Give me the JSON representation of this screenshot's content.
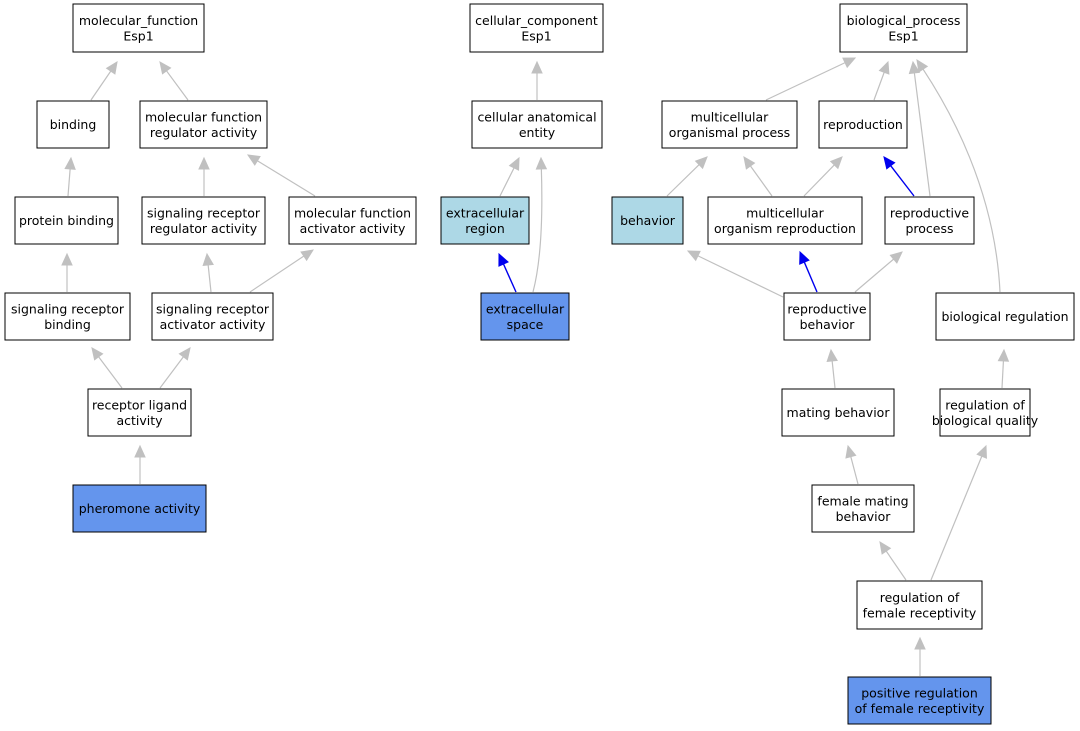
{
  "colors": {
    "edge_default": "#c0c0c0",
    "edge_highlight": "#0000ee",
    "node_default": "#ffffff",
    "node_light": "#add8e6",
    "node_selected": "#6495ed"
  },
  "nodes": [
    {
      "id": "mf_root",
      "lines": [
        "molecular_function",
        "Esp1"
      ],
      "style": "default"
    },
    {
      "id": "binding",
      "lines": [
        "binding"
      ],
      "style": "default"
    },
    {
      "id": "mf_reg",
      "lines": [
        "molecular function",
        "regulator activity"
      ],
      "style": "default"
    },
    {
      "id": "protein_binding",
      "lines": [
        "protein binding"
      ],
      "style": "default"
    },
    {
      "id": "srra",
      "lines": [
        "signaling receptor",
        "regulator activity"
      ],
      "style": "default"
    },
    {
      "id": "mfaa",
      "lines": [
        "molecular function",
        "activator activity"
      ],
      "style": "default"
    },
    {
      "id": "srb",
      "lines": [
        "signaling receptor",
        "binding"
      ],
      "style": "default"
    },
    {
      "id": "sraa",
      "lines": [
        "signaling receptor",
        "activator activity"
      ],
      "style": "default"
    },
    {
      "id": "rla",
      "lines": [
        "receptor ligand",
        "activity"
      ],
      "style": "default"
    },
    {
      "id": "pheromone",
      "lines": [
        "pheromone activity"
      ],
      "style": "selected"
    },
    {
      "id": "cc_root",
      "lines": [
        "cellular_component",
        "Esp1"
      ],
      "style": "default"
    },
    {
      "id": "cae",
      "lines": [
        "cellular anatomical",
        "entity"
      ],
      "style": "default"
    },
    {
      "id": "ecr",
      "lines": [
        "extracellular",
        "region"
      ],
      "style": "light"
    },
    {
      "id": "ecs",
      "lines": [
        "extracellular",
        "space"
      ],
      "style": "selected"
    },
    {
      "id": "bp_root",
      "lines": [
        "biological_process",
        "Esp1"
      ],
      "style": "default"
    },
    {
      "id": "mop",
      "lines": [
        "multicellular",
        "organismal process"
      ],
      "style": "default"
    },
    {
      "id": "repro",
      "lines": [
        "reproduction"
      ],
      "style": "default"
    },
    {
      "id": "behavior",
      "lines": [
        "behavior"
      ],
      "style": "light"
    },
    {
      "id": "mor",
      "lines": [
        "multicellular",
        "organism reproduction"
      ],
      "style": "default"
    },
    {
      "id": "rp",
      "lines": [
        "reproductive",
        "process"
      ],
      "style": "default"
    },
    {
      "id": "rb",
      "lines": [
        "reproductive",
        "behavior"
      ],
      "style": "default"
    },
    {
      "id": "br",
      "lines": [
        "biological regulation"
      ],
      "style": "default"
    },
    {
      "id": "mating",
      "lines": [
        "mating behavior"
      ],
      "style": "default"
    },
    {
      "id": "rbq",
      "lines": [
        "regulation of",
        "biological quality"
      ],
      "style": "default"
    },
    {
      "id": "fmb",
      "lines": [
        "female mating",
        "behavior"
      ],
      "style": "default"
    },
    {
      "id": "rfr",
      "lines": [
        "regulation of",
        "female receptivity"
      ],
      "style": "default"
    },
    {
      "id": "prfr",
      "lines": [
        "positive regulation",
        "of female receptivity"
      ],
      "style": "selected"
    }
  ],
  "edges": [
    {
      "from": "binding",
      "to": "mf_root",
      "highlight": false
    },
    {
      "from": "mf_reg",
      "to": "mf_root",
      "highlight": false
    },
    {
      "from": "protein_binding",
      "to": "binding",
      "highlight": false
    },
    {
      "from": "srra",
      "to": "mf_reg",
      "highlight": false
    },
    {
      "from": "mfaa",
      "to": "mf_reg",
      "highlight": false
    },
    {
      "from": "srb",
      "to": "protein_binding",
      "highlight": false
    },
    {
      "from": "sraa",
      "to": "srra",
      "highlight": false
    },
    {
      "from": "sraa",
      "to": "mfaa",
      "highlight": false
    },
    {
      "from": "rla",
      "to": "srb",
      "highlight": false
    },
    {
      "from": "rla",
      "to": "sraa",
      "highlight": false
    },
    {
      "from": "pheromone",
      "to": "rla",
      "highlight": false
    },
    {
      "from": "cae",
      "to": "cc_root",
      "highlight": false
    },
    {
      "from": "ecr",
      "to": "cae",
      "highlight": false
    },
    {
      "from": "ecs",
      "to": "cae",
      "highlight": false
    },
    {
      "from": "ecs",
      "to": "ecr",
      "highlight": true
    },
    {
      "from": "mop",
      "to": "bp_root",
      "highlight": false
    },
    {
      "from": "repro",
      "to": "bp_root",
      "highlight": false
    },
    {
      "from": "rp",
      "to": "bp_root",
      "highlight": false
    },
    {
      "from": "br",
      "to": "bp_root",
      "highlight": false
    },
    {
      "from": "behavior",
      "to": "mop",
      "highlight": false
    },
    {
      "from": "mor",
      "to": "mop",
      "highlight": false
    },
    {
      "from": "mor",
      "to": "repro",
      "highlight": false
    },
    {
      "from": "rp",
      "to": "repro",
      "highlight": true
    },
    {
      "from": "rb",
      "to": "behavior",
      "highlight": false
    },
    {
      "from": "rb",
      "to": "mor",
      "highlight": true
    },
    {
      "from": "rb",
      "to": "rp",
      "highlight": false
    },
    {
      "from": "mating",
      "to": "rb",
      "highlight": false
    },
    {
      "from": "rbq",
      "to": "br",
      "highlight": false
    },
    {
      "from": "fmb",
      "to": "mating",
      "highlight": false
    },
    {
      "from": "rfr",
      "to": "fmb",
      "highlight": false
    },
    {
      "from": "rfr",
      "to": "rbq",
      "highlight": false
    },
    {
      "from": "prfr",
      "to": "rfr",
      "highlight": false
    }
  ]
}
